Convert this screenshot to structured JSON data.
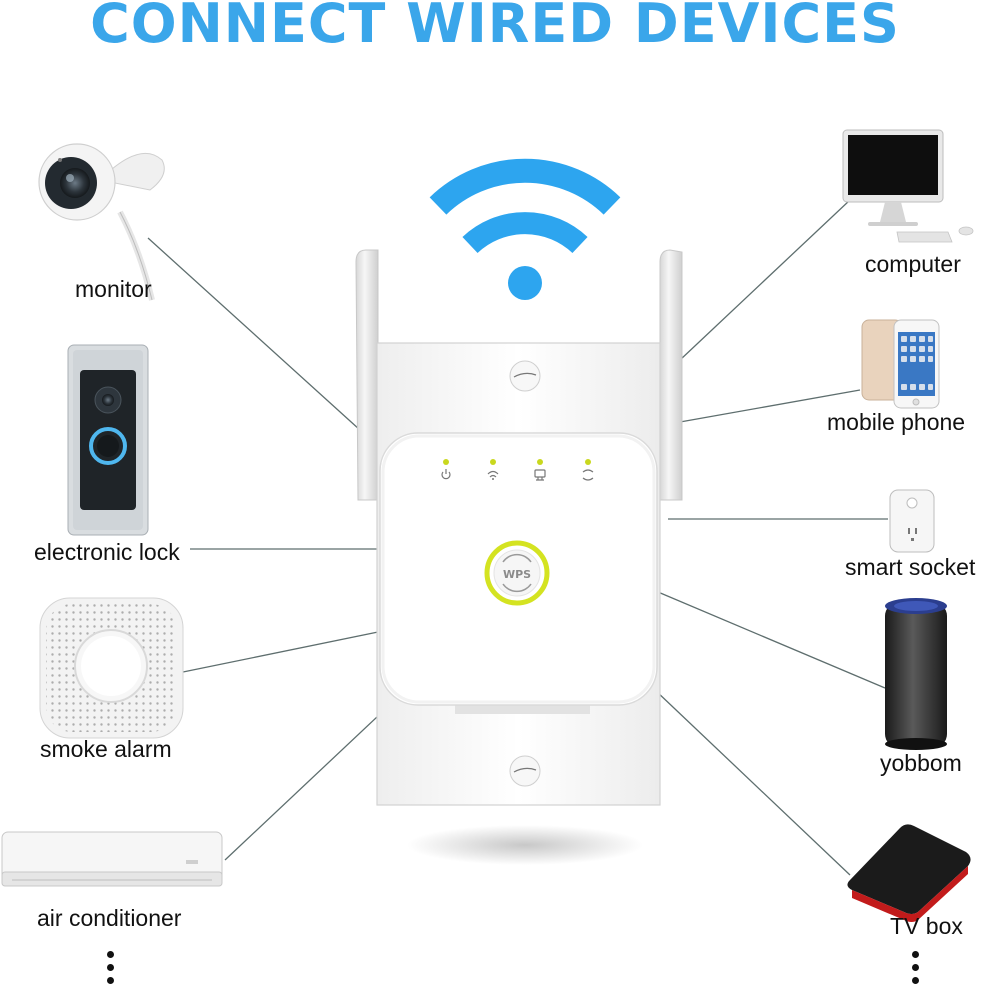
{
  "title": "CONNECT WIRED DEVICES",
  "colors": {
    "title_blue": "#3aa6ea",
    "wifi_blue": "#2da5ef",
    "led_yellow": "#c9d81e",
    "wps_ring": "#d4e321",
    "connector_line": "#5e6e6e"
  },
  "device": {
    "button_label": "WPS",
    "led_icons": [
      "power-icon",
      "wifi-icon",
      "lan-icon",
      "wan-icon"
    ]
  },
  "left_devices": [
    {
      "label": "monitor",
      "icon": "security-camera-icon"
    },
    {
      "label": "electronic lock",
      "icon": "video-doorbell-icon"
    },
    {
      "label": "smoke alarm",
      "icon": "smoke-detector-icon"
    },
    {
      "label": "air conditioner",
      "icon": "air-conditioner-icon"
    }
  ],
  "right_devices": [
    {
      "label": "computer",
      "icon": "desktop-computer-icon"
    },
    {
      "label": "mobile phone",
      "icon": "smartphone-icon"
    },
    {
      "label": "smart socket",
      "icon": "smart-plug-icon"
    },
    {
      "label": "yobbom",
      "icon": "smart-speaker-icon"
    },
    {
      "label": "TV box",
      "icon": "tv-box-icon"
    }
  ],
  "more_indicator": "more-devices-ellipsis"
}
